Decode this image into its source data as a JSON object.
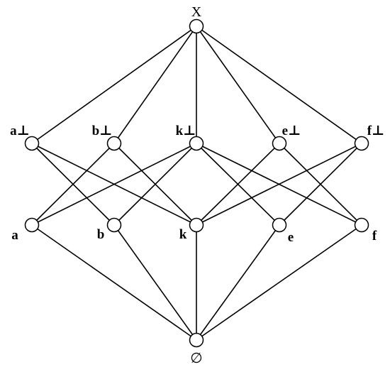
{
  "diagram": {
    "nodes": [
      {
        "id": "top",
        "label": "X"
      },
      {
        "id": "a_perp",
        "label": "a⊥"
      },
      {
        "id": "b_perp",
        "label": "b⊥"
      },
      {
        "id": "k_perp",
        "label": "k⊥"
      },
      {
        "id": "e_perp",
        "label": "e⊥"
      },
      {
        "id": "f_perp",
        "label": "f⊥"
      },
      {
        "id": "a",
        "label": "a"
      },
      {
        "id": "b",
        "label": "b"
      },
      {
        "id": "k",
        "label": "k"
      },
      {
        "id": "e",
        "label": "e"
      },
      {
        "id": "f",
        "label": "f"
      },
      {
        "id": "bottom",
        "label": "∅"
      }
    ],
    "edges": [
      [
        "top",
        "a_perp"
      ],
      [
        "top",
        "b_perp"
      ],
      [
        "top",
        "k_perp"
      ],
      [
        "top",
        "e_perp"
      ],
      [
        "top",
        "f_perp"
      ],
      [
        "a_perp",
        "b"
      ],
      [
        "a_perp",
        "k"
      ],
      [
        "b_perp",
        "a"
      ],
      [
        "b_perp",
        "k"
      ],
      [
        "k_perp",
        "a"
      ],
      [
        "k_perp",
        "b"
      ],
      [
        "k_perp",
        "e"
      ],
      [
        "k_perp",
        "f"
      ],
      [
        "e_perp",
        "k"
      ],
      [
        "e_perp",
        "f"
      ],
      [
        "f_perp",
        "k"
      ],
      [
        "f_perp",
        "e"
      ],
      [
        "a",
        "bottom"
      ],
      [
        "b",
        "bottom"
      ],
      [
        "k",
        "bottom"
      ],
      [
        "e",
        "bottom"
      ],
      [
        "f",
        "bottom"
      ]
    ],
    "colors": {
      "stroke": "#000000",
      "fill": "#ffffff"
    }
  }
}
